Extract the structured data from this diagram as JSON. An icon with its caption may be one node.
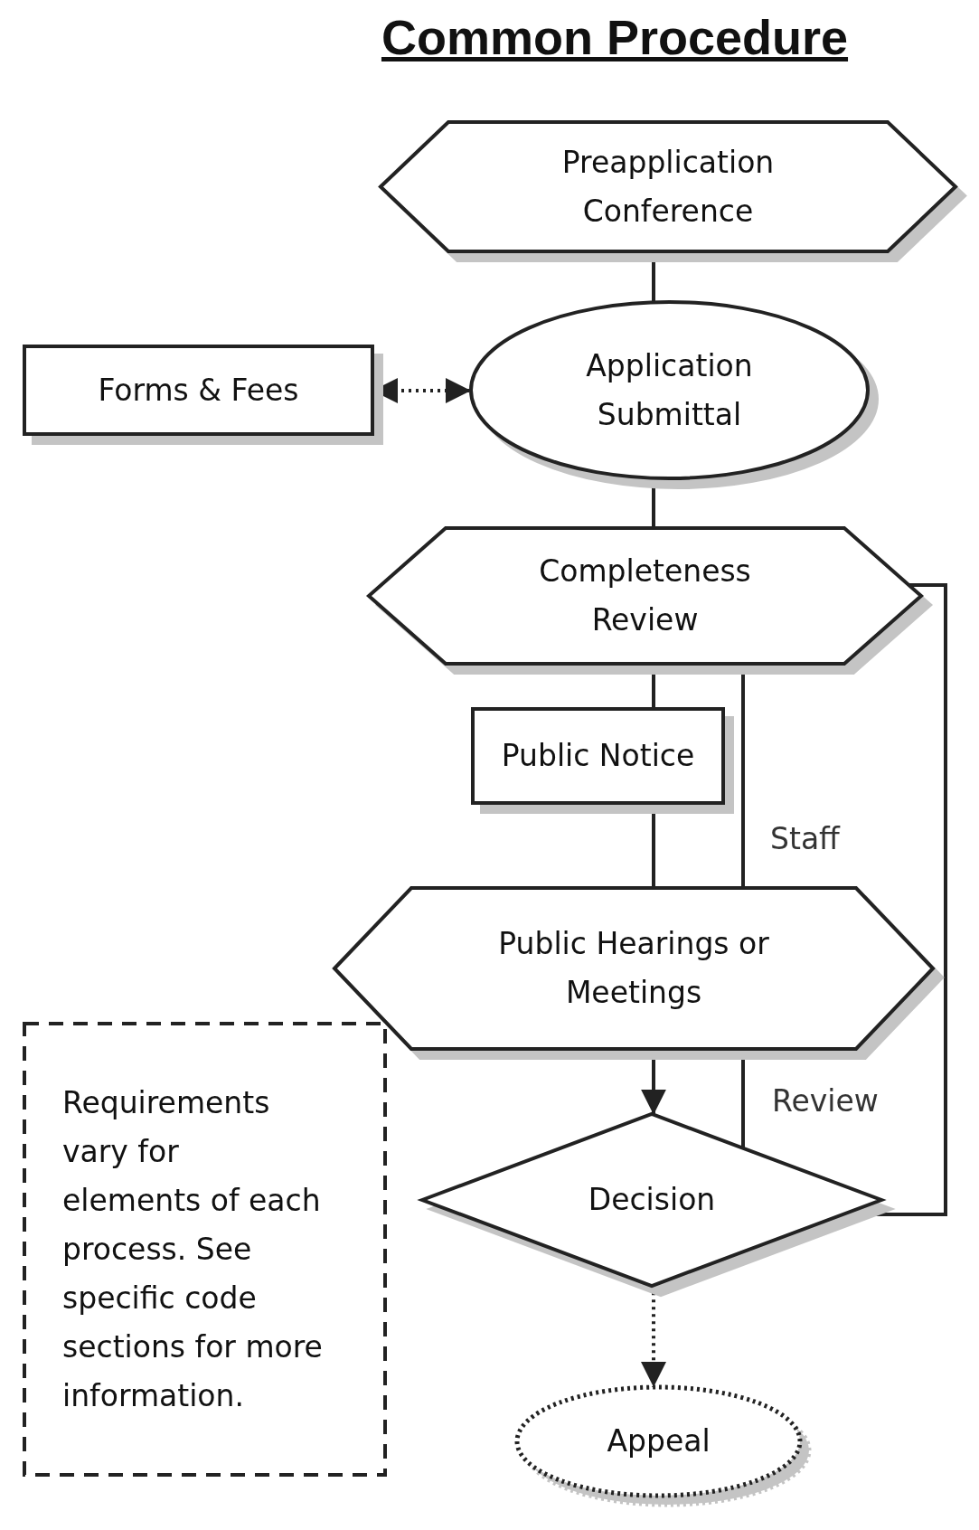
{
  "diagram": {
    "title": "Common Procedure",
    "nodes": [
      {
        "text": [
          "Preapplication Conference"
        ]
      },
      {
        "text": [
          "Forms & Fees"
        ]
      },
      {
        "text": [
          "Application Submittal"
        ]
      },
      {
        "text": [
          "Completeness Review"
        ]
      },
      {
        "text": [
          "Public Notice"
        ]
      },
      {
        "text": [
          "Public Hearings or Meetings"
        ]
      },
      {
        "text": [
          "Decision"
        ]
      },
      {
        "text": [
          "Appeal"
        ]
      },
      {
        "text": [
          "Requirements vary for elements of each process. See specific code sections for more information."
        ]
      }
    ],
    "edges": [
      {
        "from": 0,
        "to": 2,
        "arrow": "none"
      },
      {
        "from": 1,
        "to": 2,
        "arrow": "both",
        "style": "dashed"
      },
      {
        "from": 2,
        "to": 3,
        "arrow": "none"
      },
      {
        "from": 3,
        "to": 4,
        "arrow": "none"
      },
      {
        "from": 4,
        "to": 5,
        "arrow": "none"
      },
      {
        "from": 3,
        "to": 5,
        "arrow": "none",
        "label": "Staff"
      },
      {
        "from": 5,
        "to": 6,
        "arrow": "to"
      },
      {
        "from": 5,
        "to": 6,
        "arrow": "none",
        "label": "Review"
      },
      {
        "from": 3,
        "to": 6,
        "arrow": "none"
      },
      {
        "from": 6,
        "to": 7,
        "arrow": "to",
        "style": "dashed"
      }
    ]
  }
}
